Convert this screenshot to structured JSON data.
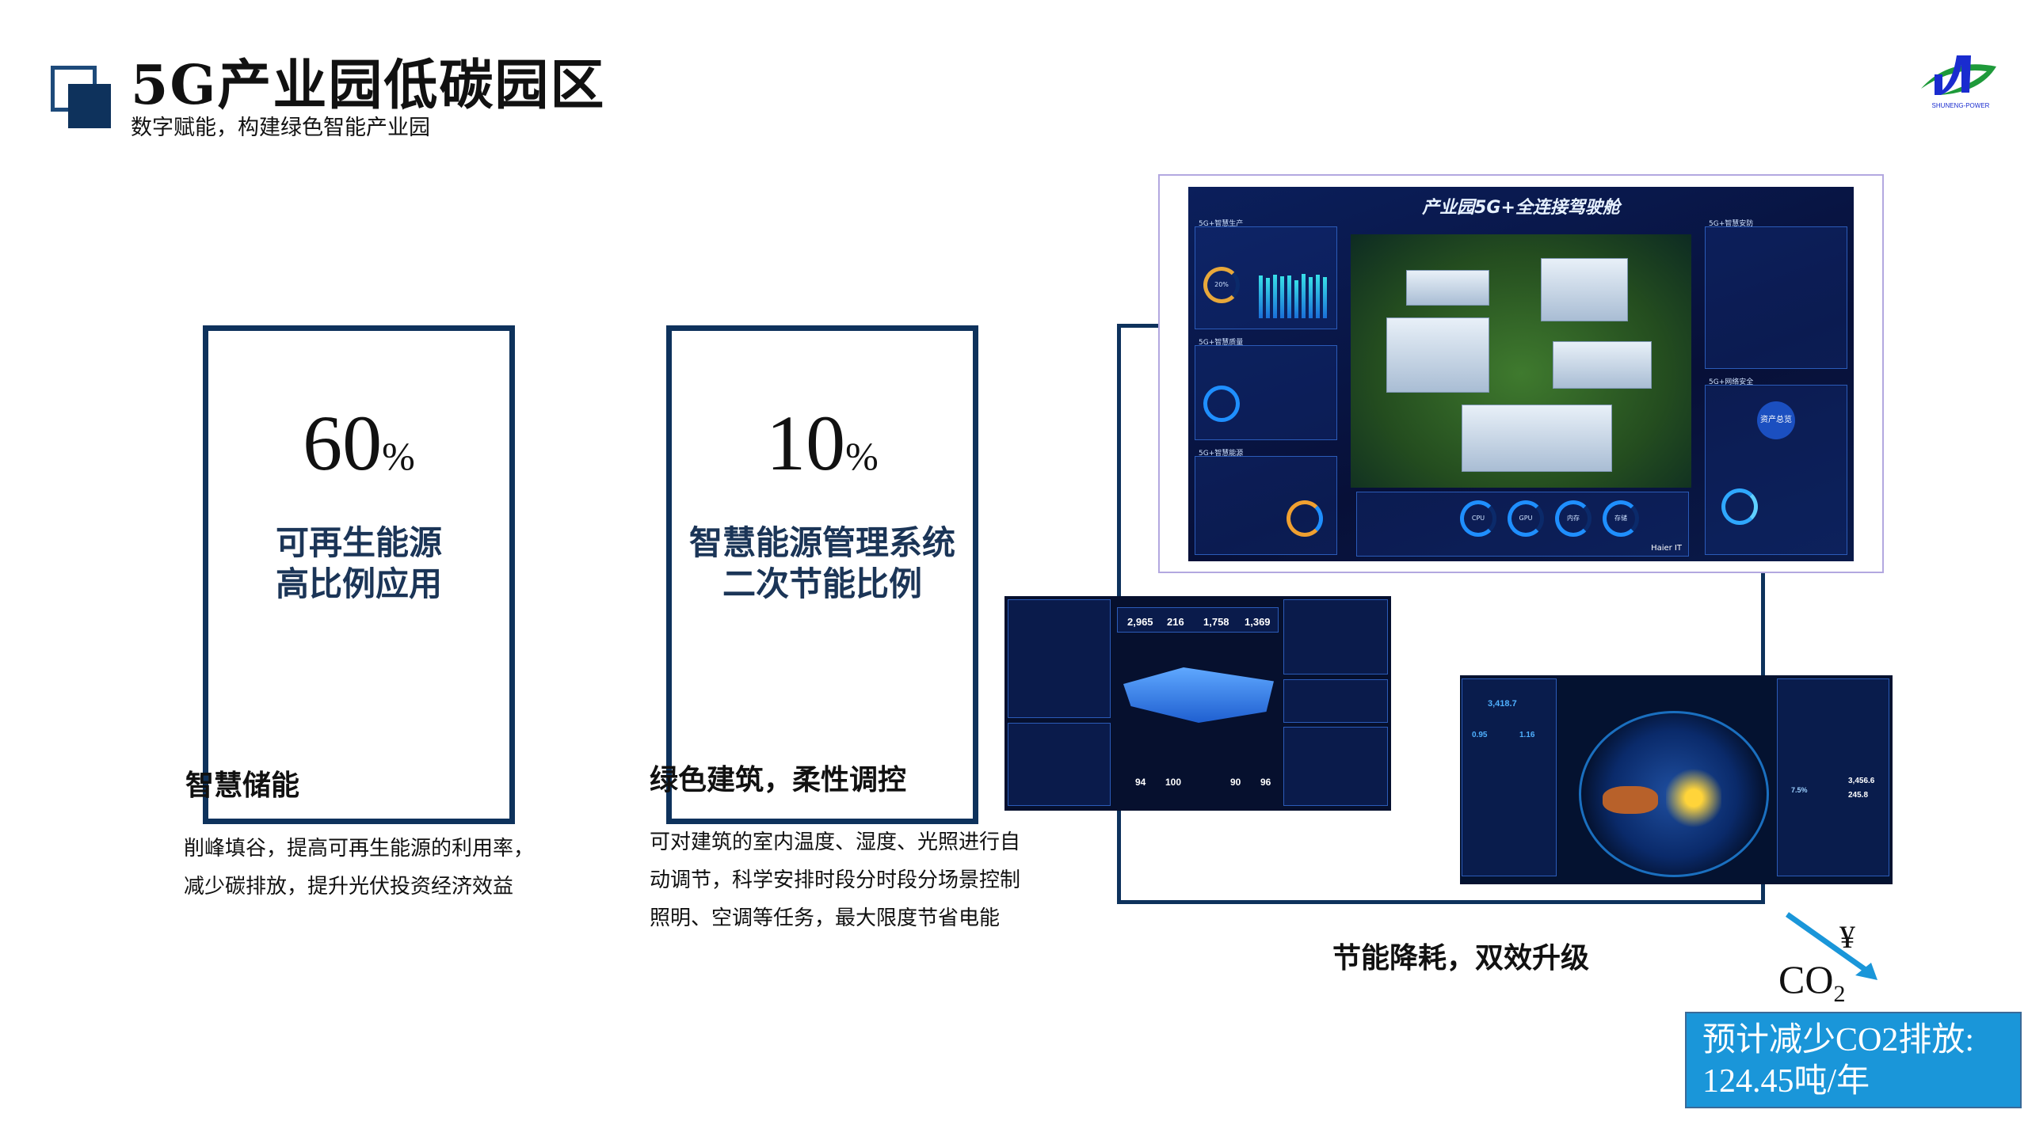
{
  "header": {
    "title": "5G产业园低碳园区",
    "subtitle": "数字赋能，构建绿色智能产业园",
    "logo_text": "SHUNENG-POWER"
  },
  "stats": [
    {
      "value": "60",
      "unit": "%",
      "label_line1": "可再生能源",
      "label_line2": "高比例应用"
    },
    {
      "value": "10",
      "unit": "%",
      "label_line1": "智慧能源管理系统",
      "label_line2": "二次节能比例"
    }
  ],
  "sections": [
    {
      "heading": "智慧储能",
      "lines": [
        "削峰填谷，提高可再生能源的利用率，",
        "减少碳排放，提升光伏投资经济效益"
      ]
    },
    {
      "heading": "绿色建筑，柔性调控",
      "lines": [
        "可对建筑的室内温度、湿度、光照进行自",
        "动调节，科学安排时段分时段分场景控制",
        "照明、空调等任务，最大限度节省电能"
      ]
    },
    {
      "heading": "节能降耗，双效升级",
      "lines": []
    }
  ],
  "dashboard_main": {
    "title": "产业园5G+全连接驾驶舱",
    "panels": [
      "5G+智慧生产",
      "5G+智慧质量",
      "5G+智慧能源",
      "5G+智慧安防",
      "5G+网络安全"
    ],
    "gauges": [
      "CPU",
      "GPU",
      "内存",
      "存储"
    ],
    "footer_brand": "Haier IT",
    "gauge_percent": "20%",
    "asset_label": "资产总览"
  },
  "dashboard_energy": {
    "kpis": [
      "2,965",
      "216",
      "1,758",
      "1,369"
    ],
    "scores": [
      "94",
      "100",
      "90",
      "96"
    ]
  },
  "dashboard_carbon": {
    "total": "3,418.7",
    "intensity": [
      "0.95",
      "1.16"
    ],
    "side_values": [
      "3,456.6",
      "245.8"
    ],
    "ratio": "7.5%"
  },
  "co2": {
    "currency_symbol": "¥",
    "label": "CO",
    "subscript": "2",
    "box_line1": "预计减少CO2排放:",
    "box_line2": "124.45吨/年"
  },
  "colors": {
    "navy": "#0e325c",
    "accent_blue": "#1a96d9",
    "frame_purple": "#b3a8e0"
  }
}
